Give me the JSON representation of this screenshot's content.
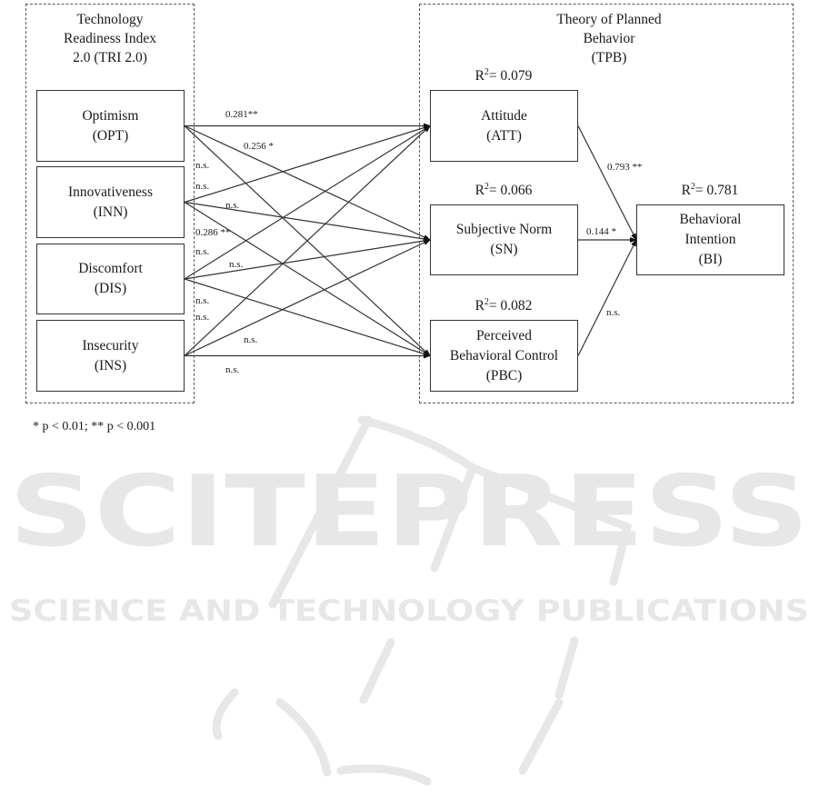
{
  "colors": {
    "line": "#333333",
    "dashed_border": "#555555",
    "watermark": "#e6e7e6",
    "background": "#ffffff"
  },
  "groups": {
    "tri": {
      "title_lines": [
        "Technology",
        "Readiness Index",
        "2.0 (TRI 2.0)"
      ]
    },
    "tpb": {
      "title_lines": [
        "Theory of Planned",
        "Behavior",
        "(TPB)"
      ]
    }
  },
  "constructs": {
    "opt": {
      "lines": [
        "Optimism",
        "(OPT)"
      ]
    },
    "inn": {
      "lines": [
        "Innovativeness",
        "(INN)"
      ]
    },
    "dis": {
      "lines": [
        "Discomfort",
        "(DIS)"
      ]
    },
    "ins": {
      "lines": [
        "Insecurity",
        "(INS)"
      ]
    },
    "att": {
      "lines": [
        "Attitude",
        "(ATT)"
      ],
      "r2_label": "R",
      "r2_sup": "2",
      "r2_value": "= 0.079"
    },
    "sn": {
      "lines": [
        "Subjective Norm",
        "(SN)"
      ],
      "r2_label": "R",
      "r2_sup": "2",
      "r2_value": "= 0.066"
    },
    "pbc": {
      "lines": [
        "Perceived",
        "Behavioral Control",
        "(PBC)"
      ],
      "r2_label": "R",
      "r2_sup": "2",
      "r2_value": "= 0.082"
    },
    "bi": {
      "lines": [
        "Behavioral",
        "Intention",
        "(BI)"
      ],
      "r2_label": "R",
      "r2_sup": "2",
      "r2_value": "= 0.781"
    }
  },
  "paths": [
    {
      "from": "opt",
      "to": "att",
      "label": "0.281**"
    },
    {
      "from": "opt",
      "to": "sn",
      "label": "0.256 *"
    },
    {
      "from": "opt",
      "to": "pbc",
      "label": "n.s."
    },
    {
      "from": "inn",
      "to": "att",
      "label": "n.s."
    },
    {
      "from": "inn",
      "to": "sn",
      "label": "n.s."
    },
    {
      "from": "inn",
      "to": "pbc",
      "label": "0.286 **"
    },
    {
      "from": "dis",
      "to": "att",
      "label": "n.s."
    },
    {
      "from": "dis",
      "to": "sn",
      "label": "n.s."
    },
    {
      "from": "dis",
      "to": "pbc",
      "label": "n.s."
    },
    {
      "from": "ins",
      "to": "att",
      "label": "n.s."
    },
    {
      "from": "ins",
      "to": "sn",
      "label": "n.s."
    },
    {
      "from": "ins",
      "to": "pbc",
      "label": "n.s."
    },
    {
      "from": "att",
      "to": "bi",
      "label": "0.793 **"
    },
    {
      "from": "sn",
      "to": "bi",
      "label": "0.144 *"
    },
    {
      "from": "pbc",
      "to": "bi",
      "label": "n.s."
    }
  ],
  "significance_note": "* p < 0.01; ** p < 0.001",
  "watermark": {
    "brand": "SCITEPRESS",
    "tagline": "SCIENCE AND TECHNOLOGY PUBLICATIONS"
  }
}
